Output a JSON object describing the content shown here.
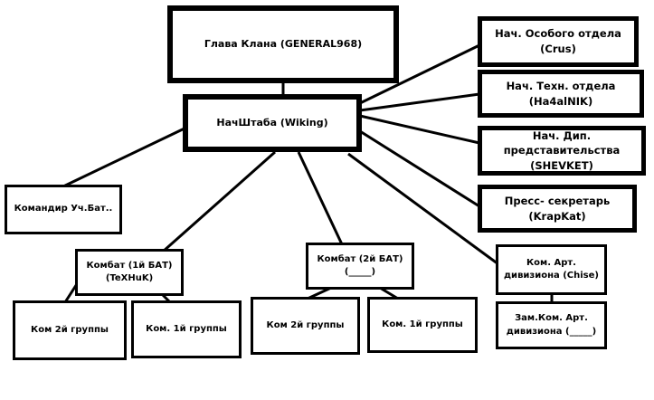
{
  "org_chart": {
    "head": {
      "label": "Глава Клана (GENERAL968)"
    },
    "chief_of_staff": {
      "label": "НачШтаба (Wiking)"
    },
    "staff": [
      {
        "label": "Нач. Особого отдела (Crus)"
      },
      {
        "label": "Нач. Техн. отдела (Ha4alNIK)"
      },
      {
        "label": "Нач. Дип. представительства\n(SHEVKET)"
      },
      {
        "label": "Пресс- секретарь (KrapKat)"
      }
    ],
    "training_battalion": {
      "label": "Командир Уч.Бат.."
    },
    "battalion_1": {
      "commander": {
        "label": "Комбат (1й БАТ)\n(TeXHuK)"
      },
      "groups": [
        {
          "label": "Ком 2й группы"
        },
        {
          "label": "Ком. 1й группы"
        }
      ]
    },
    "battalion_2": {
      "commander": {
        "label": "Комбат (2й БАТ)\n(_____)"
      },
      "groups": [
        {
          "label": "Ком 2й группы"
        },
        {
          "label": "Ком. 1й группы"
        }
      ]
    },
    "artillery": {
      "commander": {
        "label": "Ком. Арт.\nдивизиона (Chise)"
      },
      "deputy": {
        "label": "Зам.Ком. Арт.\nдивизиона (_____)"
      }
    }
  }
}
